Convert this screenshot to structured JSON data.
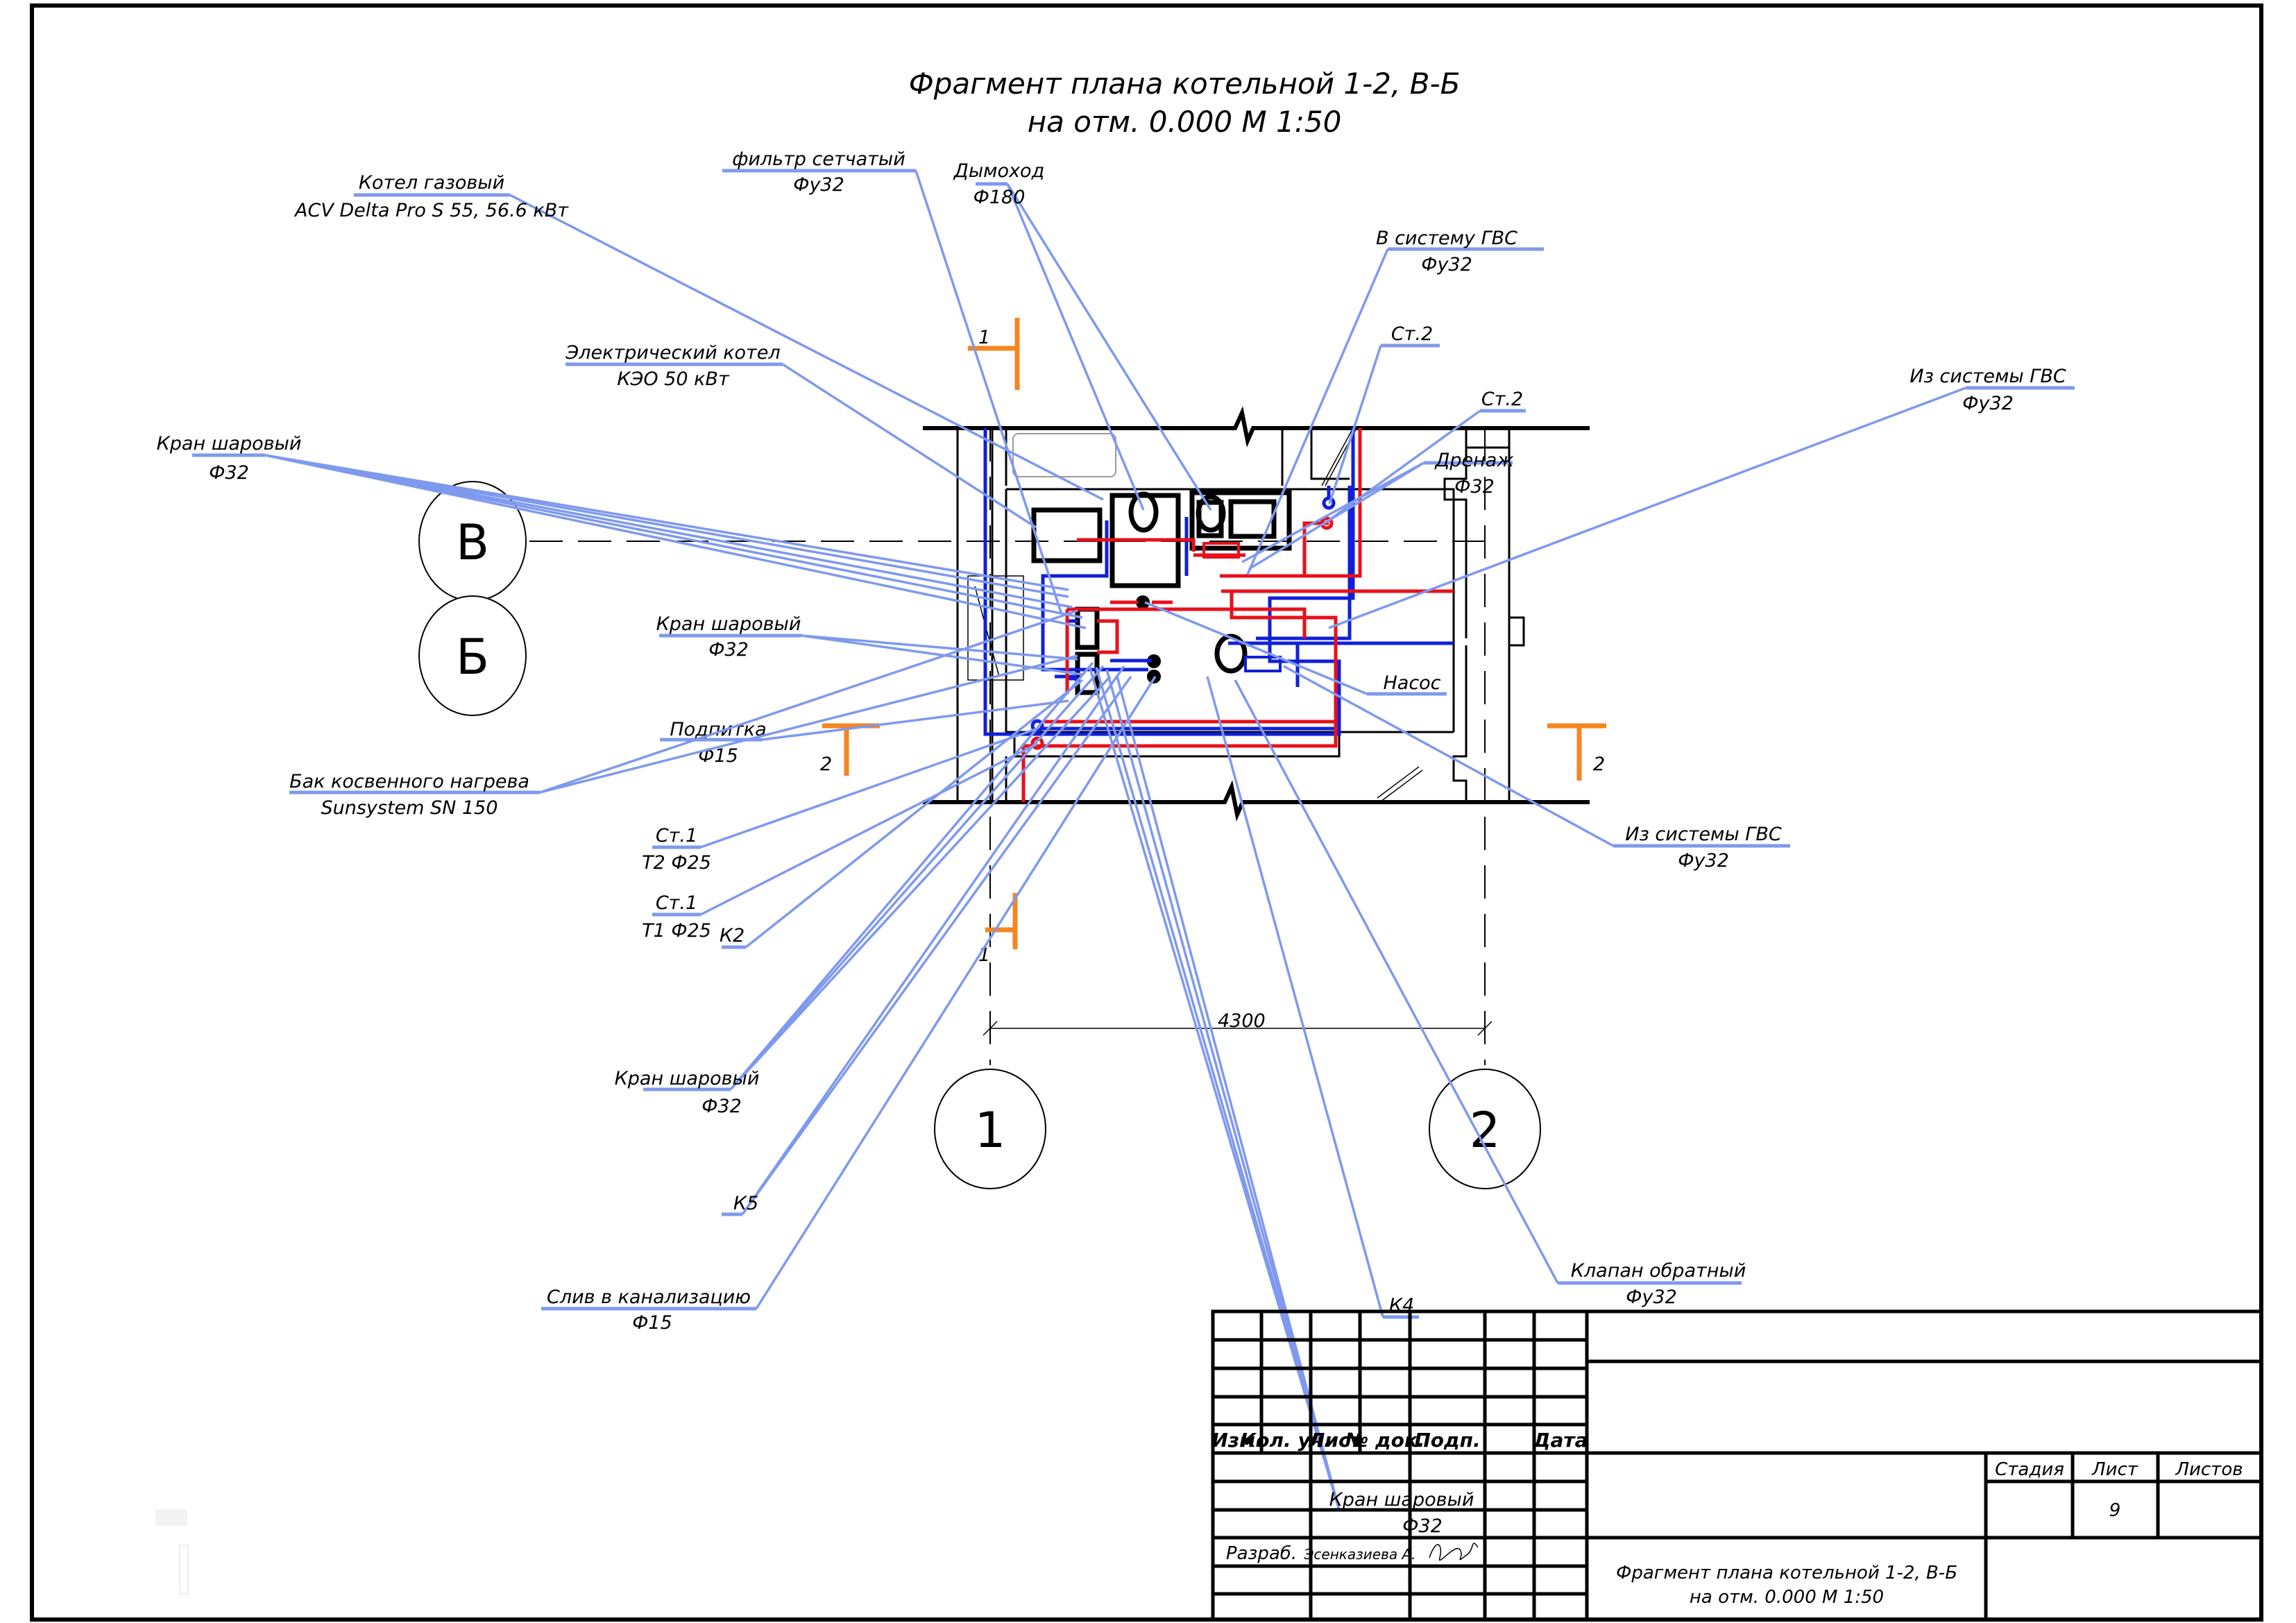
{
  "drawing": {
    "title_line1": "Фрагмент плана котельной 1-2, В-Б",
    "title_line2": "на отм. 0.000 М 1:50",
    "axes": {
      "v": "В",
      "b": "Б",
      "a1": "1",
      "a2": "2"
    },
    "dimension": "4300",
    "section_marks": {
      "s1_top": "1",
      "s1_bottom": "1",
      "s2_left": "2",
      "s2_right": "2"
    },
    "callouts": [
      {
        "id": "gas-boiler",
        "line1": "Котел газовый",
        "line2": "ACV Delta Pro S 55,  56.6 кВт"
      },
      {
        "id": "strainer",
        "line1": "фильтр сетчатый",
        "line2": "Фу32"
      },
      {
        "id": "flue",
        "line1": "Дымоход",
        "line2": "Ф180"
      },
      {
        "id": "to-dhw",
        "line1": "В систему ГВС",
        "line2": "Фу32"
      },
      {
        "id": "st2-a",
        "line1": "Ст.2",
        "line2": ""
      },
      {
        "id": "st2-b",
        "line1": "Ст.2",
        "line2": ""
      },
      {
        "id": "from-dhw-top",
        "line1": "Из системы ГВС",
        "line2": "Фу32"
      },
      {
        "id": "drain",
        "line1": "Дренаж",
        "line2": "Ф32"
      },
      {
        "id": "electric-boiler",
        "line1": "Электрический котел",
        "line2": "КЭО 50 кВт"
      },
      {
        "id": "ball-valve-1",
        "line1": "Кран шаровый",
        "line2": "Ф32"
      },
      {
        "id": "ball-valve-2",
        "line1": "Кран шаровый",
        "line2": "Ф32"
      },
      {
        "id": "pump",
        "line1": "Насос",
        "line2": ""
      },
      {
        "id": "makeup",
        "line1": "Подпитка",
        "line2": "Ф15"
      },
      {
        "id": "tank",
        "line1": "Бак косвенного нагрева",
        "line2": "Sunsystem SN 150"
      },
      {
        "id": "from-dhw-bottom",
        "line1": "Из системы ГВС",
        "line2": "Фу32"
      },
      {
        "id": "st1-t2",
        "line1": "Ст.1",
        "line2": "Т2 Ф25"
      },
      {
        "id": "st1-t1",
        "line1": "Ст.1",
        "line2": "Т1 Ф25"
      },
      {
        "id": "k2",
        "line1": "К2",
        "line2": ""
      },
      {
        "id": "ball-valve-3",
        "line1": "Кран шаровый",
        "line2": "Ф32"
      },
      {
        "id": "k5",
        "line1": "К5",
        "line2": ""
      },
      {
        "id": "sewer-drain",
        "line1": "Слив в канализацию",
        "line2": "Ф15"
      },
      {
        "id": "k4",
        "line1": "К4",
        "line2": ""
      },
      {
        "id": "check-valve",
        "line1": "Клапан обратный",
        "line2": "Фу32"
      },
      {
        "id": "ball-valve-4",
        "line1": "Кран шаровый",
        "line2": "Ф32"
      }
    ]
  },
  "title_block": {
    "headers": [
      "Изм.",
      "Кол. уч.",
      "Лист",
      "№ док.",
      "Подп.",
      "Дата"
    ],
    "developed_label": "Разраб.",
    "developer_name": "Эсенказиева А.",
    "stage_label": "Стадия",
    "sheet_label": "Лист",
    "sheets_label": "Листов",
    "stage_value": "",
    "sheet_value": "9",
    "sheets_value": "",
    "sheet_title_line1": "Фрагмент плана котельной 1-2, В-Б",
    "sheet_title_line2": "на отм. 0.000 М 1:50"
  },
  "colors": {
    "leader": "#7f99ee",
    "supply_pipe": "#e8101a",
    "return_pipe": "#1020d8",
    "section_mark": "#f5861f"
  }
}
